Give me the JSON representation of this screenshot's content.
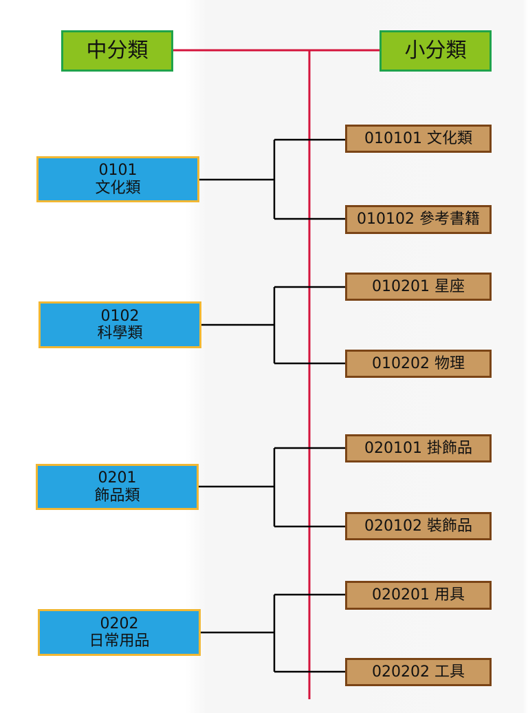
{
  "header": {
    "left_label": "中分類",
    "right_label": "小分類"
  },
  "colors": {
    "trunk_line": "#d4143c",
    "branch_line": "#000000",
    "header_fill": "#8cc21f",
    "header_border": "#1fa34a",
    "mid_fill": "#27a4e1",
    "mid_border": "#f1b733",
    "sub_fill": "#c99a61",
    "sub_border": "#7a4416"
  },
  "categories": [
    {
      "code": "0101",
      "name": "文化類",
      "subs": [
        {
          "label": "010101 文化類"
        },
        {
          "label": "010102 參考書籍"
        }
      ]
    },
    {
      "code": "0102",
      "name": "科學類",
      "subs": [
        {
          "label": "010201 星座"
        },
        {
          "label": "010202  物理"
        }
      ]
    },
    {
      "code": "0201",
      "name": "飾品類",
      "subs": [
        {
          "label": "020101 掛飾品"
        },
        {
          "label": "020102  裝飾品"
        }
      ]
    },
    {
      "code": "0202",
      "name": "日常用品",
      "subs": [
        {
          "label": "020201 用具"
        },
        {
          "label": "020202 工具"
        }
      ]
    }
  ]
}
